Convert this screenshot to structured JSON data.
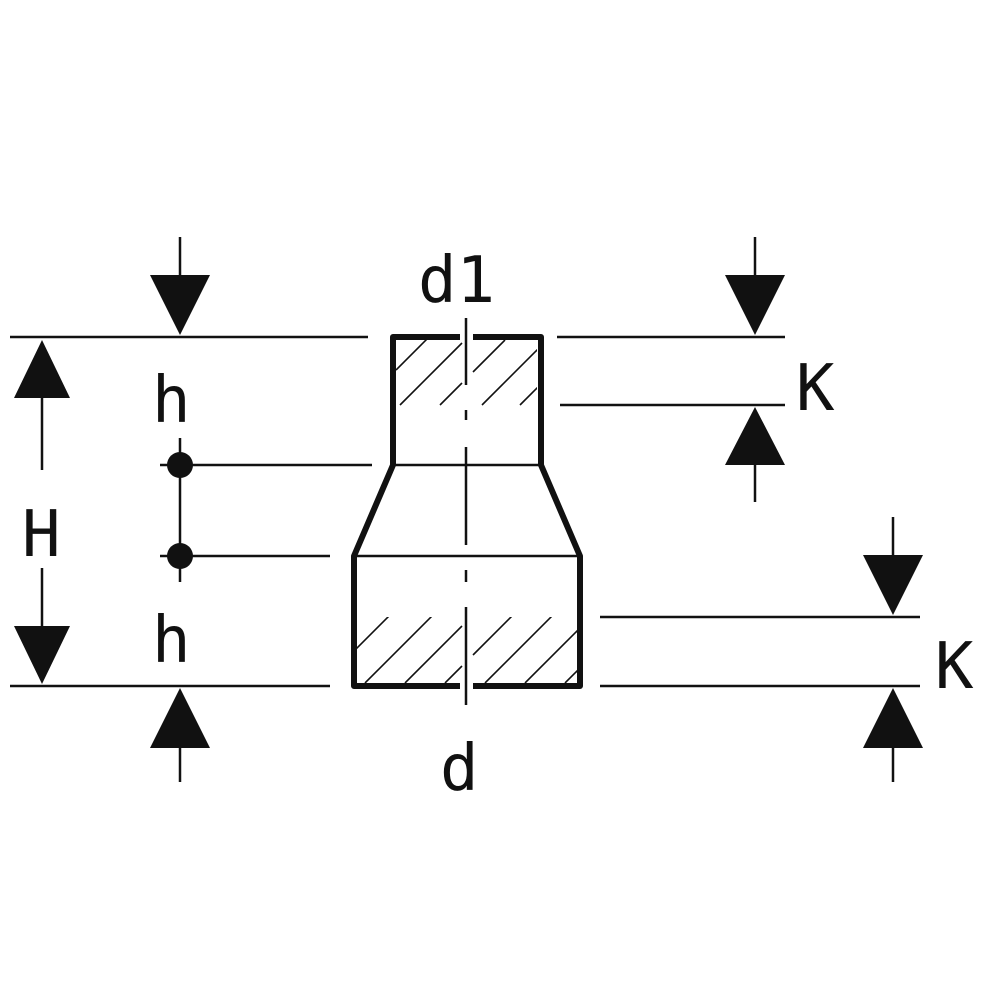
{
  "labels": {
    "d1": "d1",
    "d": "d",
    "H": "H",
    "h_top": "h",
    "h_bottom": "h",
    "K_top": "K",
    "K_bottom": "K"
  },
  "colors": {
    "ink": "#111111",
    "background": "#ffffff"
  }
}
